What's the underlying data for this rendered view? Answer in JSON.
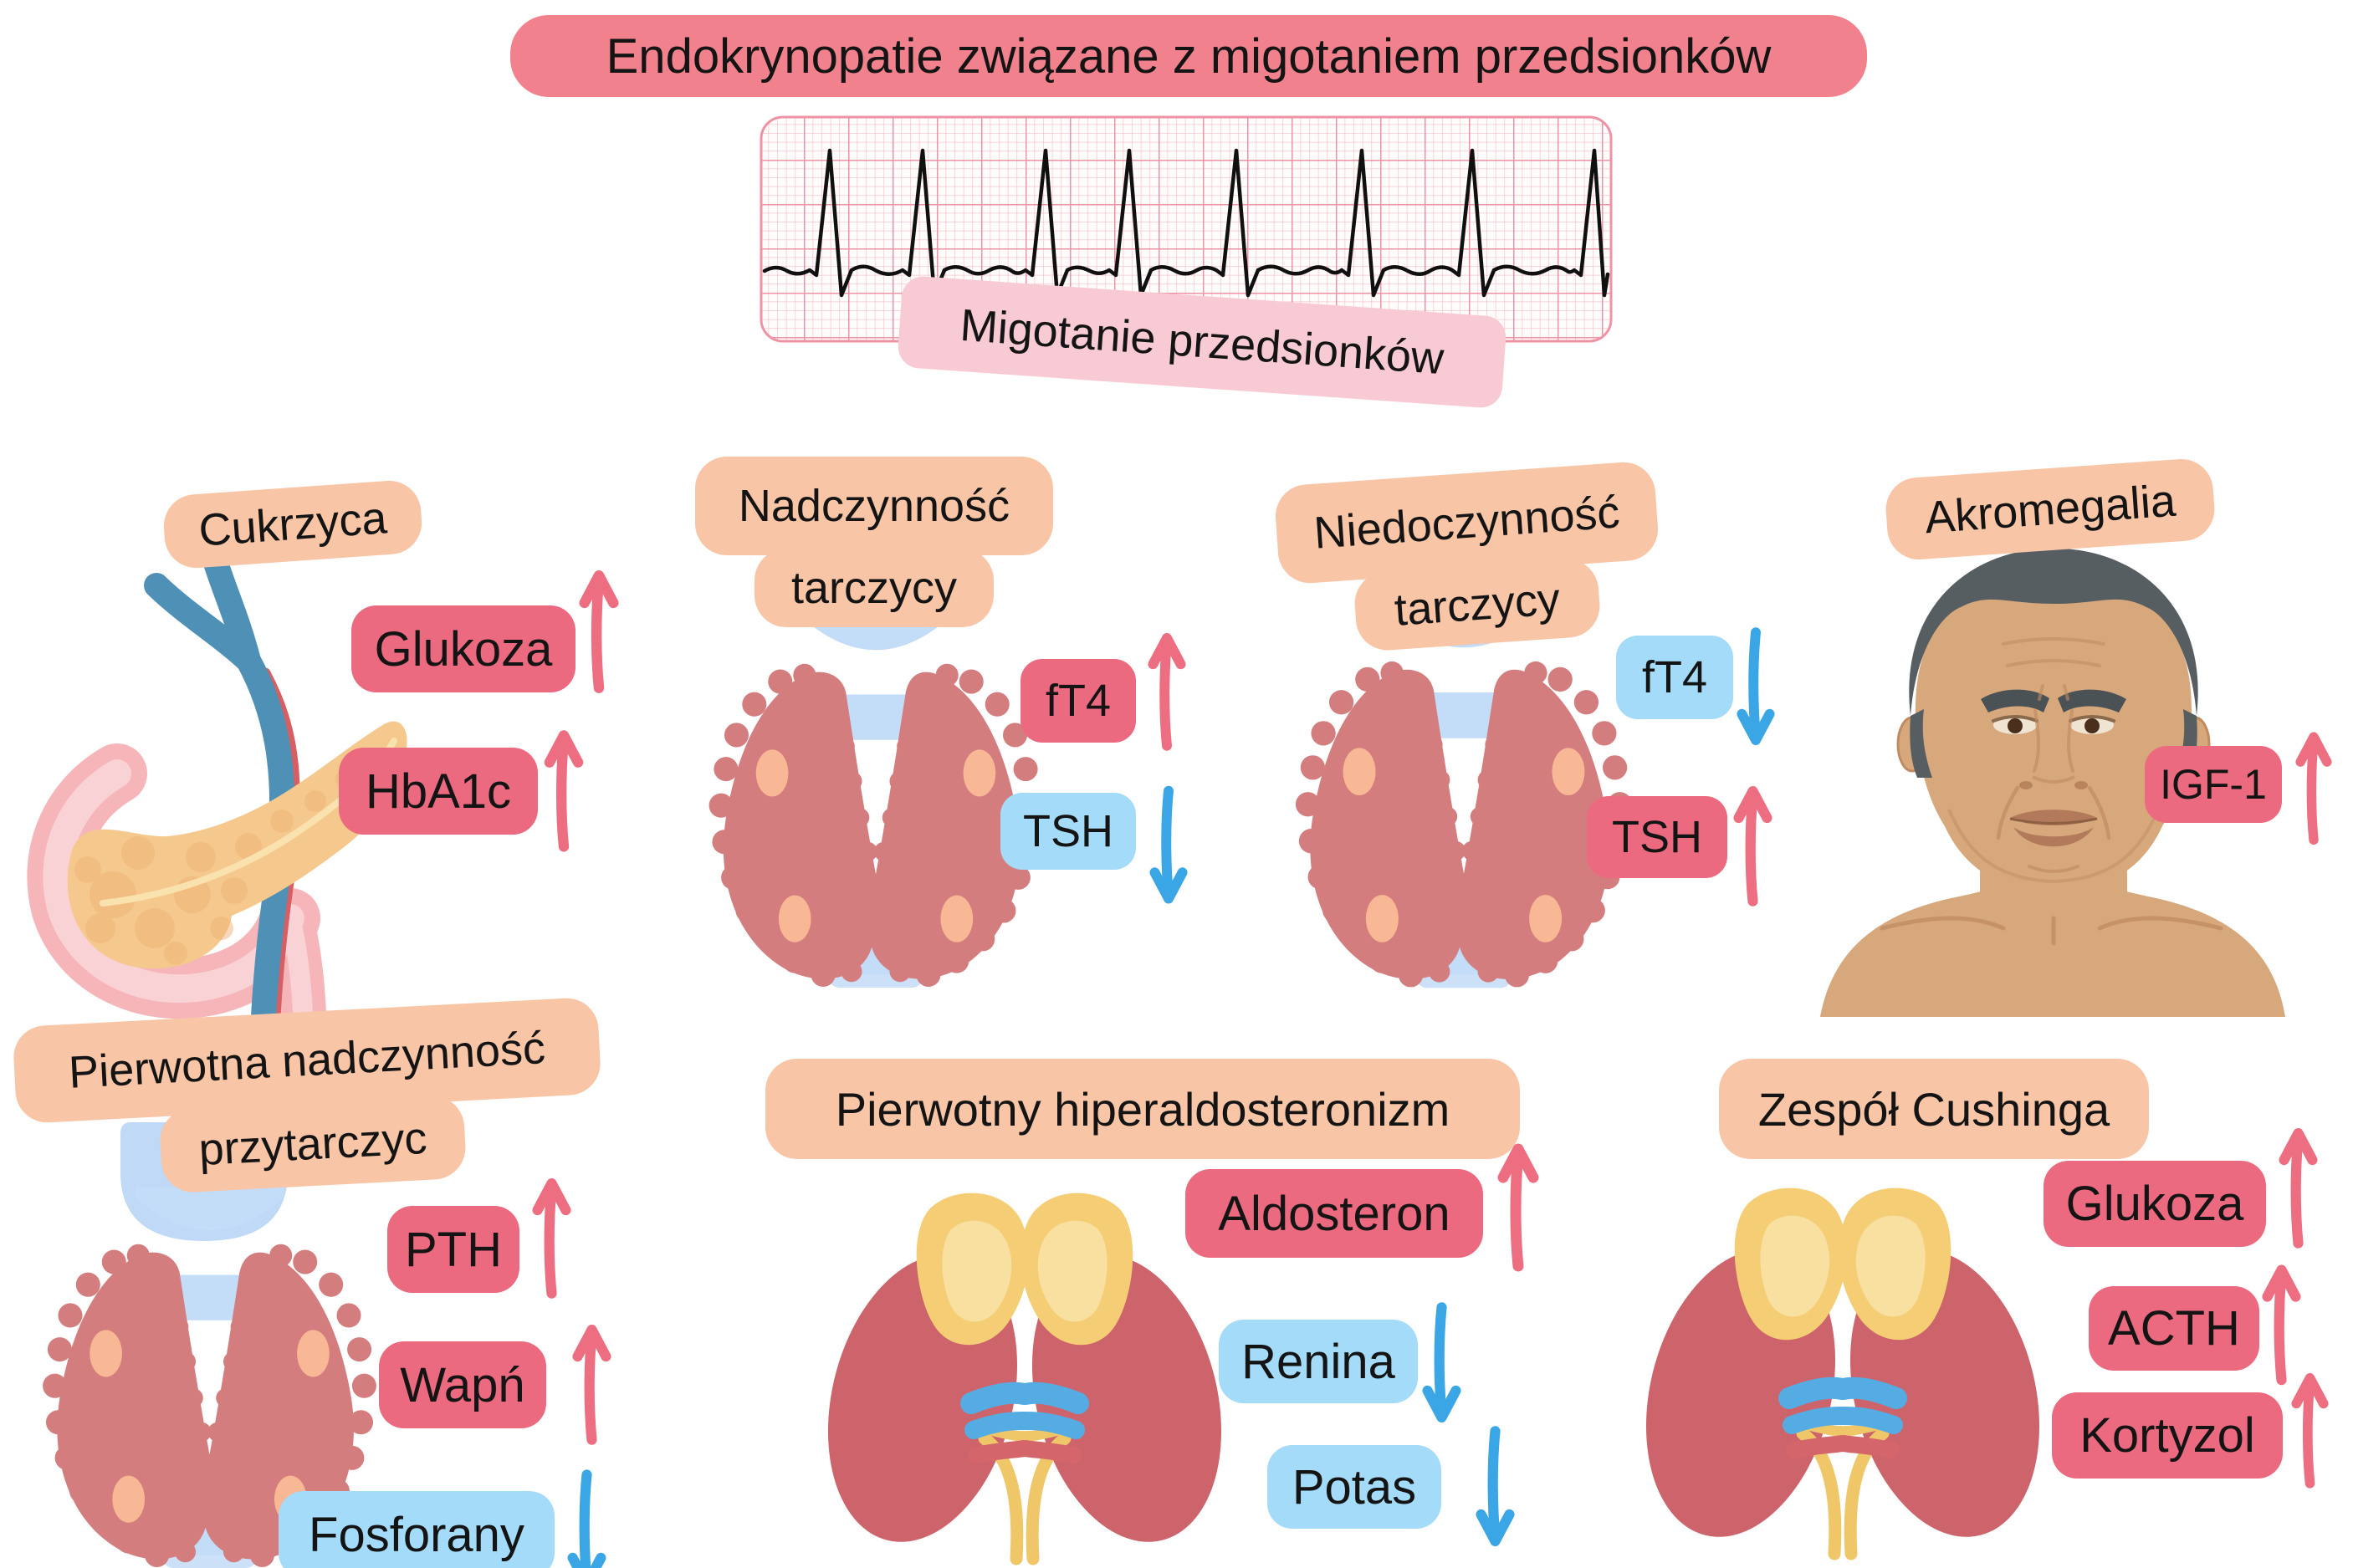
{
  "title": "Endokrynopatie związane z migotaniem przedsionków",
  "ecg": {
    "label": "Migotanie przedsionków",
    "icon": "ecg-trace-atrial-fibrillation"
  },
  "colors": {
    "title_banner": "#F1828D",
    "condition_label": "#F8C6A7",
    "marker_increase": "#EC6A7F",
    "marker_decrease": "#A3DBF8",
    "arrow_increase": "#ED6E80",
    "arrow_decrease": "#3BA6E5",
    "ecg_label_background": "#F8CBD4"
  },
  "sections": [
    {
      "id": "cukrzyca",
      "label": "Cukrzyca",
      "organ": "pancreas-illustration",
      "markers": [
        {
          "label": "Glukoza",
          "direction": "up"
        },
        {
          "label": "HbA1c",
          "direction": "up"
        }
      ]
    },
    {
      "id": "nadczynnosc-tarczycy",
      "label": "Nadczynność tarczycy",
      "label_lines": [
        "Nadczynność",
        "tarczycy"
      ],
      "organ": "thyroid-illustration",
      "markers": [
        {
          "label": "fT4",
          "direction": "up"
        },
        {
          "label": "TSH",
          "direction": "down"
        }
      ]
    },
    {
      "id": "niedoczynnosc-tarczycy",
      "label": "Niedoczynność tarczycy",
      "label_lines": [
        "Niedoczynność",
        "tarczycy"
      ],
      "organ": "thyroid-illustration",
      "markers": [
        {
          "label": "fT4",
          "direction": "down"
        },
        {
          "label": "TSH",
          "direction": "up"
        }
      ]
    },
    {
      "id": "akromegalia",
      "label": "Akromegalia",
      "organ": "acromegaly-face-illustration",
      "markers": [
        {
          "label": "IGF-1",
          "direction": "up"
        }
      ]
    },
    {
      "id": "pierwotna-nadczynnosc-przytarczyc",
      "label": "Pierwotna nadczynność przytarczyc",
      "label_lines": [
        "Pierwotna nadczynność",
        "przytarczyc"
      ],
      "organ": "thyroid-larynx-illustration",
      "markers": [
        {
          "label": "PTH",
          "direction": "up"
        },
        {
          "label": "Wapń",
          "direction": "up"
        },
        {
          "label": "Fosforany",
          "direction": "down"
        }
      ]
    },
    {
      "id": "pierwotny-hiperaldosteronizm",
      "label": "Pierwotny hiperaldosteronizm",
      "organ": "kidneys-adrenal-illustration",
      "markers": [
        {
          "label": "Aldosteron",
          "direction": "up"
        },
        {
          "label": "Renina",
          "direction": "down"
        },
        {
          "label": "Potas",
          "direction": "down"
        }
      ]
    },
    {
      "id": "zespol-cushinga",
      "label": "Zespół Cushinga",
      "organ": "kidneys-adrenal-illustration",
      "markers": [
        {
          "label": "Glukoza",
          "direction": "up"
        },
        {
          "label": "ACTH",
          "direction": "up"
        },
        {
          "label": "Kortyzol",
          "direction": "up"
        }
      ]
    }
  ]
}
